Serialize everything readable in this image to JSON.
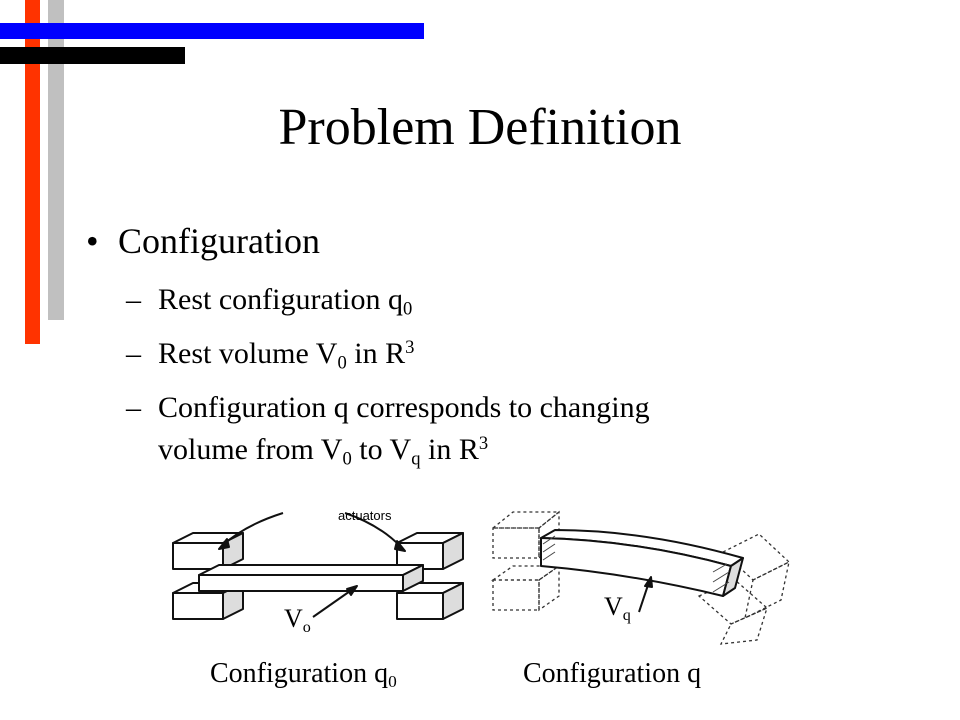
{
  "slide": {
    "title": "Problem Definition",
    "bullet": "Configuration",
    "items": [
      {
        "text": "Rest configuration q",
        "sub": "0"
      },
      {
        "text1": "Rest volume V",
        "sub": "0",
        "text2": " in R",
        "sup": "3"
      },
      {
        "text": "Configuration q corresponds to changing"
      },
      {
        "text1": "volume from V",
        "sub1": "0",
        "text2": " to V",
        "sub2": "q",
        "text3": " in R",
        "sup": "3"
      }
    ]
  },
  "figures": {
    "left": {
      "actuators_label": "actuators",
      "volume_label": "V",
      "volume_sub": "o",
      "caption": "Configuration q",
      "caption_sub": "0"
    },
    "right": {
      "volume_label": "V",
      "volume_sub": "q",
      "caption": "Configuration q"
    }
  },
  "colors": {
    "red_bar": "#ff3300",
    "gray_bar": "#c0c0c0",
    "blue_bar": "#0000ff",
    "black_bar": "#000000"
  }
}
